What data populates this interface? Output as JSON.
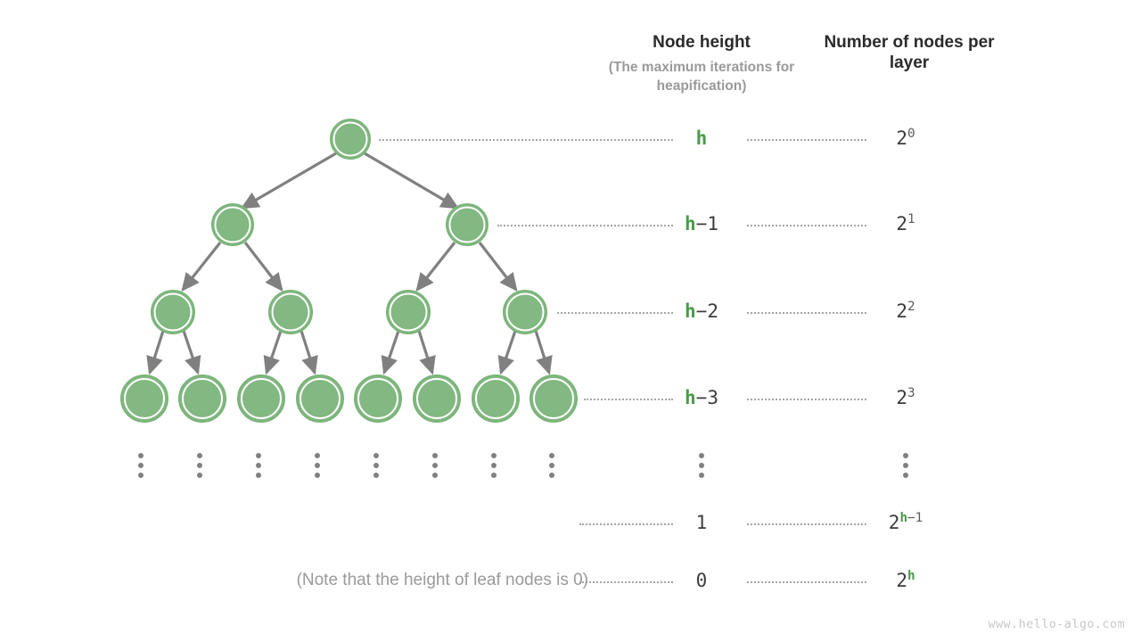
{
  "headers": {
    "node_height": "Node height",
    "node_height_sub": "(The maximum iterations for heapification)",
    "nodes_per_layer": "Number of nodes per layer"
  },
  "colors": {
    "node_fill": "#82b881",
    "node_ring": "#7ab47a",
    "node_inner_ring": "#ffffff",
    "edge": "#808080",
    "accent_green": "#4a9a4a",
    "text_dark": "#3c3c3c",
    "text_muted": "#9a9a9a",
    "leader_dots": "#a6a6a6",
    "watermark": "#c8c8c8"
  },
  "rows": [
    {
      "id": "row-0",
      "height_h": "h",
      "height_rest": "",
      "count_base": "2",
      "count_sup_h": "",
      "count_sup_rest": "0"
    },
    {
      "id": "row-1",
      "height_h": "h",
      "height_rest": "−1",
      "count_base": "2",
      "count_sup_h": "",
      "count_sup_rest": "1"
    },
    {
      "id": "row-2",
      "height_h": "h",
      "height_rest": "−2",
      "count_base": "2",
      "count_sup_h": "",
      "count_sup_rest": "2"
    },
    {
      "id": "row-3",
      "height_h": "h",
      "height_rest": "−3",
      "count_base": "2",
      "count_sup_h": "",
      "count_sup_rest": "3"
    },
    {
      "id": "row-5",
      "height_h": "",
      "height_rest": "1",
      "count_base": "2",
      "count_sup_h": "h",
      "count_sup_rest": "−1"
    },
    {
      "id": "row-6",
      "height_h": "",
      "height_rest": "0",
      "count_base": "2",
      "count_sup_h": "h",
      "count_sup_rest": ""
    }
  ],
  "note": "(Note that the height of leaf nodes is 0)",
  "watermark": "www.hello-algo.com",
  "chart_data": {
    "type": "diagram",
    "title": "Perfect binary tree node height and node count per layer",
    "tree": {
      "levels": 4,
      "nodes_per_level": [
        1,
        2,
        4,
        8
      ],
      "node_radius": [
        22,
        23,
        24,
        25
      ],
      "level_y": [
        156,
        252,
        350,
        447
      ],
      "level_x": [
        [
          393
        ],
        [
          261,
          524
        ],
        [
          194,
          326,
          458,
          589
        ],
        [
          162,
          227,
          293,
          359,
          424,
          490,
          556,
          621
        ]
      ]
    },
    "heights": [
      "h",
      "h−1",
      "h−2",
      "h−3",
      "⋮",
      "1",
      "0"
    ],
    "counts": [
      "2^0",
      "2^1",
      "2^2",
      "2^3",
      "⋮",
      "2^(h−1)",
      "2^h"
    ],
    "row_y": [
      156,
      252,
      350,
      447,
      519,
      587,
      652
    ]
  }
}
